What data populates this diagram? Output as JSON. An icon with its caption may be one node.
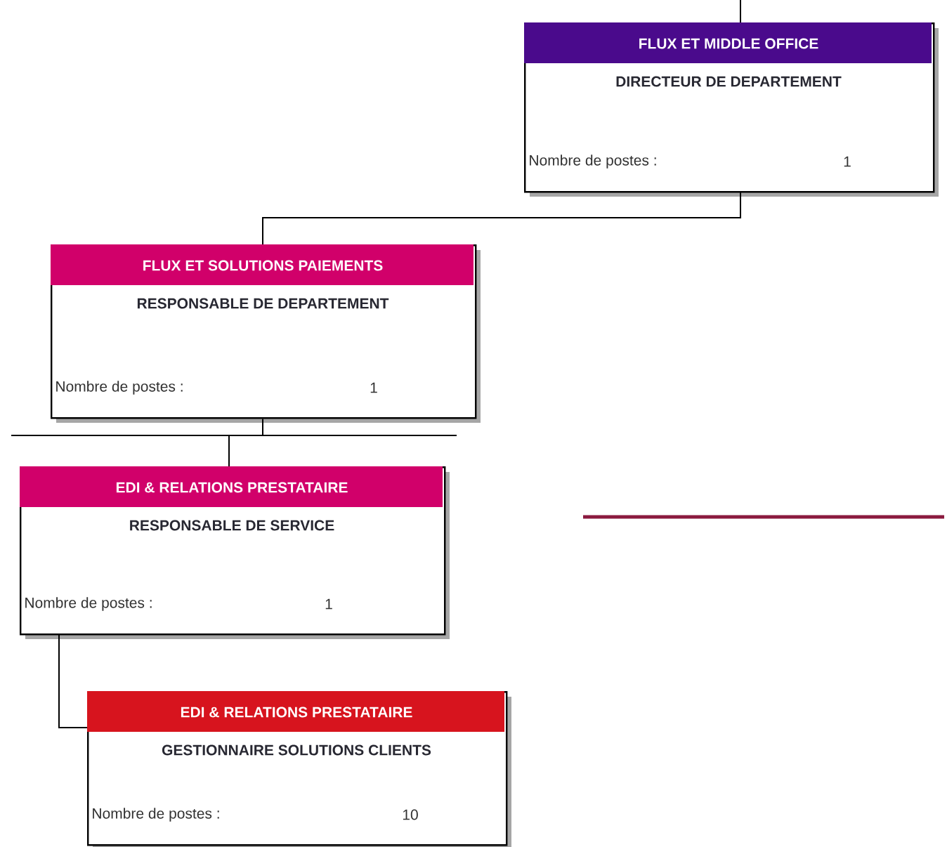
{
  "diagram": {
    "nodes": [
      {
        "text": [
          "FLUX ET MIDDLE OFFICE",
          "DIRECTEUR DE DEPARTEMENT",
          "Nombre de postes :",
          "1"
        ]
      },
      {
        "text": [
          "FLUX ET SOLUTIONS PAIEMENTS",
          "RESPONSABLE DE DEPARTEMENT",
          "Nombre de postes :",
          "1"
        ]
      },
      {
        "text": [
          "EDI & RELATIONS PRESTATAIRE",
          "RESPONSABLE DE SERVICE",
          "Nombre de postes :",
          "1"
        ]
      },
      {
        "text": [
          "EDI & RELATIONS PRESTATAIRE",
          "GESTIONNAIRE SOLUTIONS CLIENTS",
          "Nombre de postes :",
          "10"
        ]
      }
    ],
    "edges": [
      {
        "from": null,
        "to": 0,
        "arrow": "none"
      },
      {
        "from": 0,
        "to": 1,
        "arrow": "none"
      },
      {
        "from": 1,
        "to": 2,
        "arrow": "none"
      },
      {
        "from": 2,
        "to": 3,
        "arrow": "none"
      }
    ]
  }
}
